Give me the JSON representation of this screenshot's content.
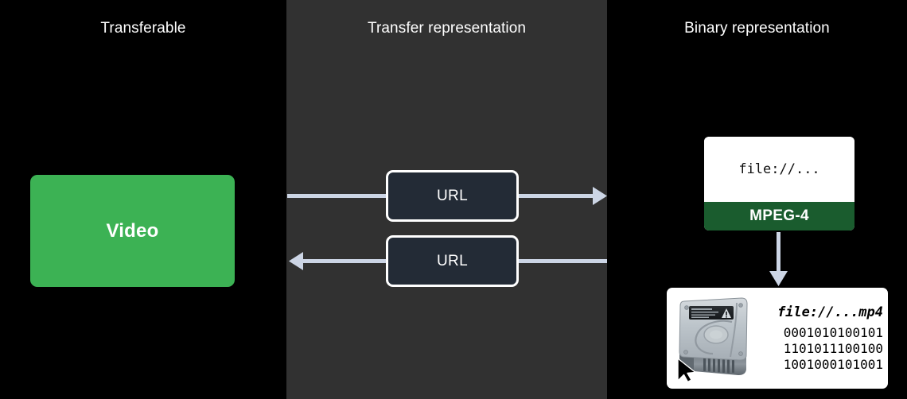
{
  "panels": [
    {
      "id": "transferable",
      "title": "Transferable"
    },
    {
      "id": "transfer-representation",
      "title": "Transfer representation"
    },
    {
      "id": "binary-representation",
      "title": "Binary representation"
    }
  ],
  "left": {
    "video_block": {
      "label": "Video",
      "color": "#3cb254"
    }
  },
  "middle": {
    "background": "#313131",
    "url_box_top": {
      "label": "URL",
      "fill": "#232b36",
      "border": "#ffffff"
    },
    "url_box_bottom": {
      "label": "URL",
      "fill": "#232b36",
      "border": "#ffffff"
    },
    "arrow_color": "#ccd5e5",
    "arrows": [
      {
        "name": "arrow-right-out",
        "direction": "right"
      },
      {
        "name": "arrow-left-in",
        "direction": "left"
      }
    ]
  },
  "right": {
    "mpeg_card": {
      "file_label": "file://...",
      "format_label": "MPEG-4",
      "format_bar_color": "#1a5c2e",
      "card_color": "#ffffff"
    },
    "download_arrow": {
      "name": "arrow-down",
      "color": "#ccd5e5"
    },
    "disk_card": {
      "icon": "hard-drive-icon",
      "cursor": "cursor-arrow-icon",
      "file_label": "file://...mp4",
      "binary_lines": [
        "0001010100101",
        "1101011100100",
        "1001000101001"
      ]
    }
  }
}
